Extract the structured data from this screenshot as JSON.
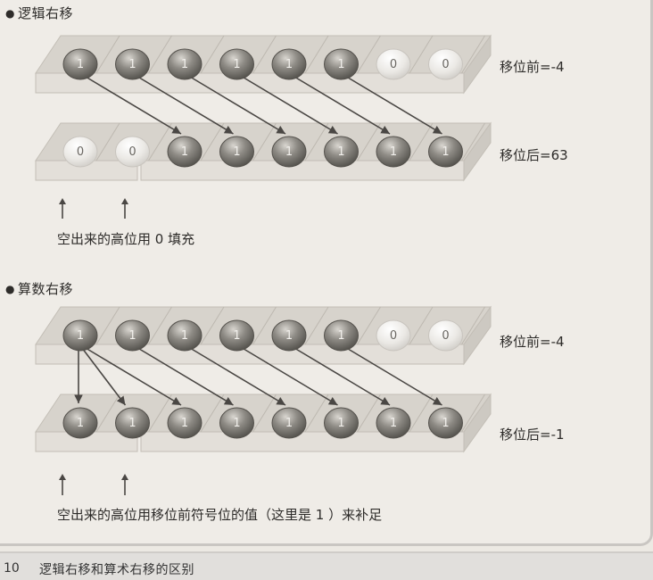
{
  "logical": {
    "title": "逻辑右移",
    "before_label": "移位前=-4",
    "after_label": "移位后=63",
    "note": "空出来的高位用 0 填充",
    "before_bits": [
      "1",
      "1",
      "1",
      "1",
      "1",
      "1",
      "0",
      "0"
    ],
    "after_bits": [
      "0",
      "0",
      "1",
      "1",
      "1",
      "1",
      "1",
      "1"
    ]
  },
  "arithmetic": {
    "title": "算数右移",
    "before_label": "移位前=-4",
    "after_label": "移位后=-1",
    "note": "空出来的高位用移位前符号位的值（这里是 1 ）来补足",
    "before_bits": [
      "1",
      "1",
      "1",
      "1",
      "1",
      "1",
      "0",
      "0"
    ],
    "after_bits": [
      "1",
      "1",
      "1",
      "1",
      "1",
      "1",
      "1",
      "1"
    ]
  },
  "footer": {
    "number": "10",
    "caption": "逻辑右移和算术右移的区别"
  },
  "colors": {
    "tray_top": "#d7d3cc",
    "tray_front": "#e3dfd9",
    "ball_one": "#6e6c66",
    "ball_zero": "#e9e7e3",
    "arrow": "#4a4744"
  }
}
